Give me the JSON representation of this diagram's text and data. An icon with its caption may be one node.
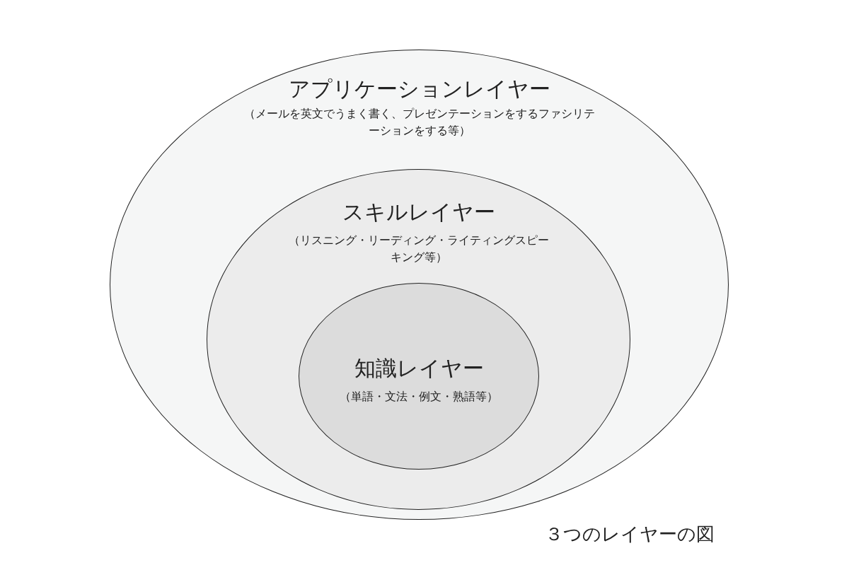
{
  "diagram": {
    "caption": "３つのレイヤーの図",
    "nodes": [
      {
        "text": [
          "アプリケーションレイヤー",
          "（メールを英文でうまく書く、プレゼンテーションをするファシリテーションをする等）"
        ]
      },
      {
        "text": [
          "スキルレイヤー",
          "（リスニング・リーディング・ライティングスピーキング等）"
        ],
        "in": 0
      },
      {
        "text": [
          "知識レイヤー",
          "（単語・文法・例文・熟語等）"
        ],
        "in": 1
      }
    ]
  }
}
